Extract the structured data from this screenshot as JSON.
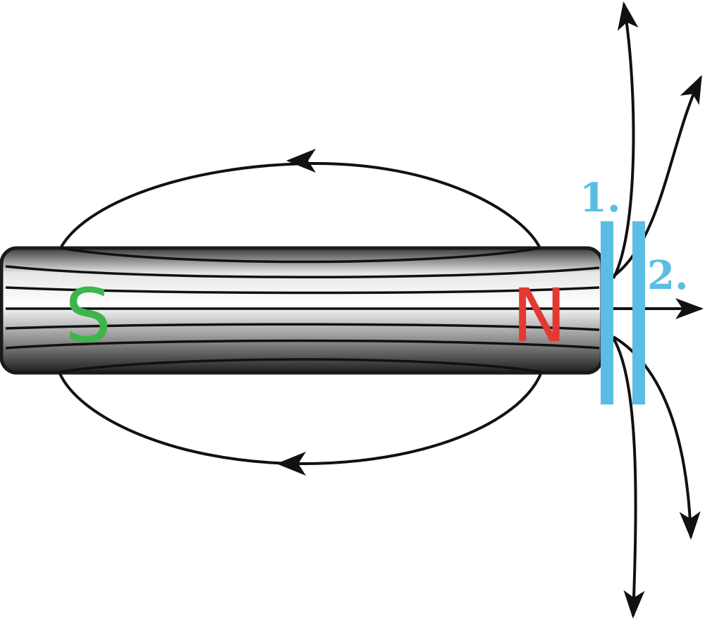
{
  "magnet": {
    "south_label": "S",
    "north_label": "N"
  },
  "plates": [
    {
      "label": "1."
    },
    {
      "label": "2."
    }
  ],
  "colors": {
    "south": "#3cb54a",
    "north": "#e23a33",
    "plate": "#5bbde4",
    "field_line": "#111111",
    "magnet_outline": "#1a1a1a"
  }
}
